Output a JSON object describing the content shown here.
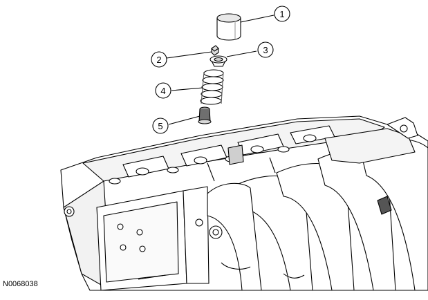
{
  "figure": {
    "id_label": "N0068038",
    "callouts": [
      {
        "label": "1",
        "part": "valve-tappet"
      },
      {
        "label": "2",
        "part": "valve-keeper"
      },
      {
        "label": "3",
        "part": "valve-spring-retainer"
      },
      {
        "label": "4",
        "part": "valve-spring"
      },
      {
        "label": "5",
        "part": "valve-seal"
      }
    ]
  },
  "colors": {
    "line": "#000000",
    "fill": "#ffffff",
    "shade": "#cfcfcf"
  }
}
